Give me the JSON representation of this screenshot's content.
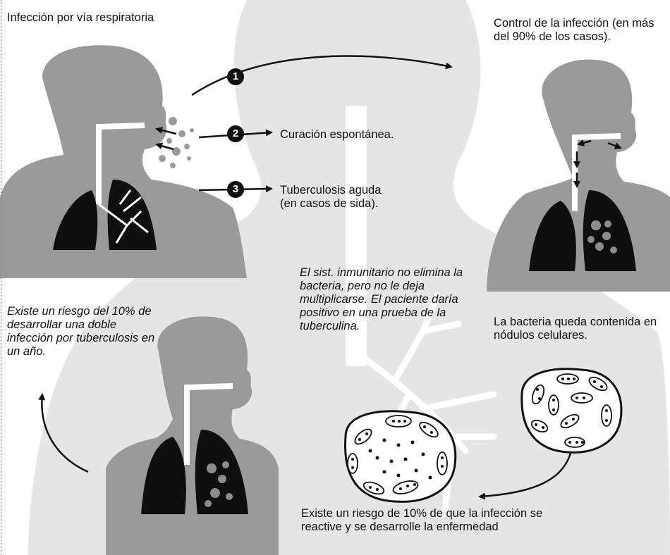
{
  "labels": {
    "infection_route": "Infección por vía respiratoria",
    "control": "Control de la infección (en más del 90% de los casos).",
    "spontaneous_cure": "Curación espontánea.",
    "acute_tb_line1": "Tuberculosis aguda",
    "acute_tb_line2": "(en casos de sida).",
    "immune_note": "El sist. inmunitario no elimina la bacteria, pero no le deja multiplicarse. El paciente daría positivo en una prueba de la tuberculina.",
    "double_risk": "Existe un riesgo del 10% de desarrollar una doble infección por tuberculosis en un año.",
    "nodules": "La bacteria queda contenida en nódulos celulares.",
    "reactivation": "Existe un riesgo de 10% de que la infección se reactive y se desarrolle la enfermedad"
  },
  "steps": [
    "1",
    "2",
    "3"
  ],
  "colors": {
    "silhouette": "#9a9a9a",
    "background_silhouette": "#e3e3e3",
    "lung": "#0f0f0f",
    "bronchi": "#ffffff",
    "text": "#111111"
  }
}
